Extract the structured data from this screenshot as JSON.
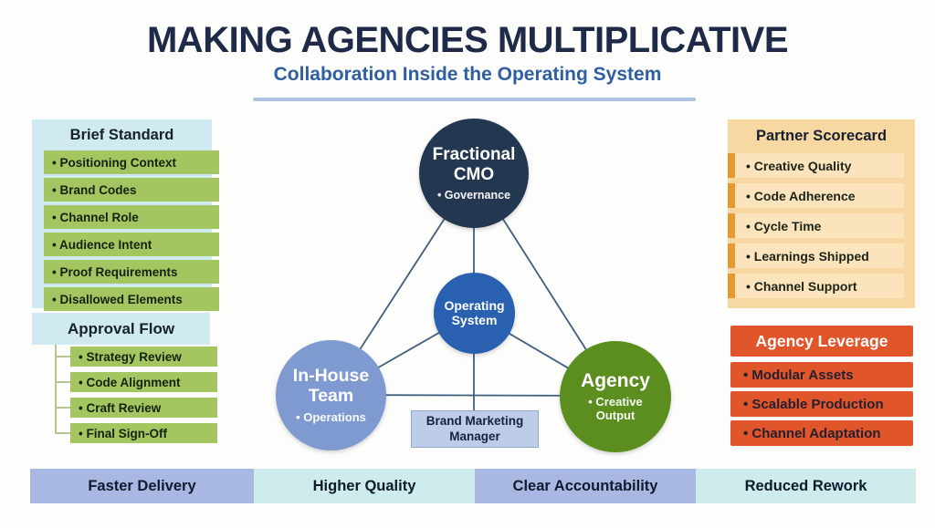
{
  "header": {
    "title": "MAKING AGENCIES MULTIPLICATIVE",
    "subtitle": "Collaboration Inside the Operating System"
  },
  "left": {
    "brief_standard": {
      "title": "Brief Standard",
      "items": [
        "• Positioning Context",
        "• Brand Codes",
        "• Channel Role",
        "• Audience Intent",
        "• Proof Requirements",
        "• Disallowed Elements"
      ]
    },
    "approval_flow": {
      "title": "Approval Flow",
      "items": [
        "• Strategy Review",
        "• Code Alignment",
        "• Craft Review",
        "• Final Sign-Off"
      ]
    }
  },
  "center": {
    "nodes": {
      "fractional_cmo": {
        "label": "Fractional CMO",
        "sub": "• Governance"
      },
      "operating_system": {
        "label": "Operating System"
      },
      "in_house_team": {
        "label": "In-House Team",
        "sub": "• Operations"
      },
      "agency": {
        "label": "Agency",
        "sub": "• Creative Output"
      },
      "brand_marketing_manager": {
        "label": "Brand Marketing Manager"
      }
    }
  },
  "right": {
    "partner_scorecard": {
      "title": "Partner Scorecard",
      "items": [
        "• Creative Quality",
        "• Code Adherence",
        "• Cycle Time",
        "• Learnings Shipped",
        "• Channel Support"
      ]
    },
    "agency_leverage": {
      "title": "Agency Leverage",
      "items": [
        "• Modular Assets",
        "• Scalable Production",
        "• Channel Adaptation"
      ]
    }
  },
  "footer": {
    "segments": [
      {
        "label": "Faster Delivery",
        "color": "#a9b8e2"
      },
      {
        "label": "Higher Quality",
        "color": "#cdeceb"
      },
      {
        "label": "Clear Accountability",
        "color": "#a9b8e2"
      },
      {
        "label": "Reduced Rework",
        "color": "#cdeceb"
      }
    ]
  },
  "colors": {
    "title_text": "#1e2a47",
    "subtitle_text": "#2e5fa3",
    "divider": "#abc2e4",
    "cyan_panel": "#cfeaf0",
    "green_item": "#a4c661",
    "peach_panel": "#f7d7a2",
    "peach_row": "#fbe3bb",
    "orange_accent": "#e9992b",
    "orange_red": "#e0552a",
    "cmo_navy": "#243750",
    "os_blue": "#2a60b0",
    "inhouse_blue": "#7e9ad0",
    "agency_green": "#5b8e1e",
    "bmm_box": "#bdcce9",
    "connector_line": "#3f5e7d"
  }
}
